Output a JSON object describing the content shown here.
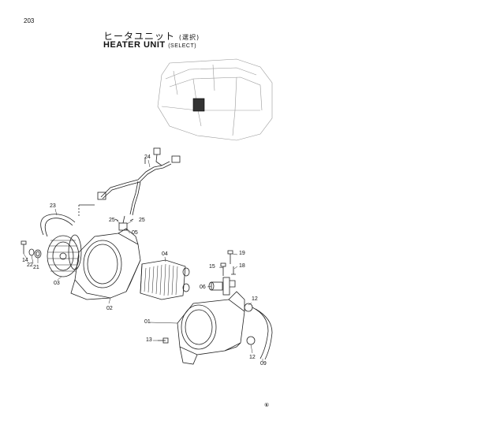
{
  "page_number": "203",
  "title_jp": "ヒータユニット",
  "title_jp_sub": "(選択)",
  "title_en": "HEATER UNIT",
  "title_en_sub": "(SELECT)",
  "footer_mark": "⑥",
  "parts": {
    "p24": "24",
    "p23": "23",
    "p25a": "25",
    "p25b": "25",
    "p05": "05",
    "p14": "14",
    "p22": "22",
    "p21": "21",
    "p03": "03",
    "p02": "02",
    "p04": "04",
    "p15": "15",
    "p19": "19",
    "p18": "18",
    "p06": "06",
    "p12a": "12",
    "p01": "01",
    "p13": "13",
    "p12b": "12",
    "p09": "09"
  }
}
